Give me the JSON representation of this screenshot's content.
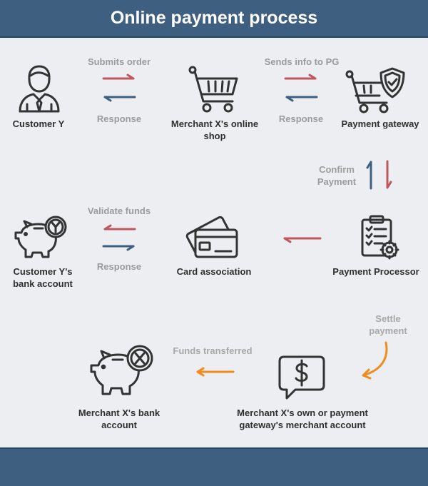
{
  "title": "Online payment process",
  "nodes": {
    "customer": "Customer Y",
    "merchant_shop": "Merchant X's online shop",
    "payment_gateway": "Payment gateway",
    "customer_bank": "Customer Y's bank account",
    "card_association": "Card association",
    "payment_processor": "Payment Processor",
    "merchant_bank": "Merchant X's bank account",
    "merchant_account": "Merchant X's own or payment gateway's merchant account"
  },
  "flows": {
    "submits_order": "Submits order",
    "response_1": "Response",
    "sends_info": "Sends info to PG",
    "response_2": "Response",
    "confirm_payment": "Confirm Payment",
    "validate_funds": "Validate funds",
    "response_3": "Response",
    "settle_payment": "Settle payment",
    "funds_transferred": "Funds transferred"
  },
  "icons": {
    "customer": "person-icon",
    "merchant_shop": "shopping-cart-icon",
    "payment_gateway": "cart-shield-icon",
    "customer_bank": "piggy-bank-y-icon",
    "card_association": "credit-cards-icon",
    "payment_processor": "clipboard-gear-icon",
    "merchant_bank": "piggy-bank-x-icon",
    "merchant_account": "dollar-speech-bubble-icon"
  },
  "colors": {
    "header": "#3e5f80",
    "background": "#eceef1",
    "arrow_red": "#c0575d",
    "arrow_blue": "#3e5f80",
    "arrow_orange": "#f08c1e",
    "icon": "#333333"
  }
}
